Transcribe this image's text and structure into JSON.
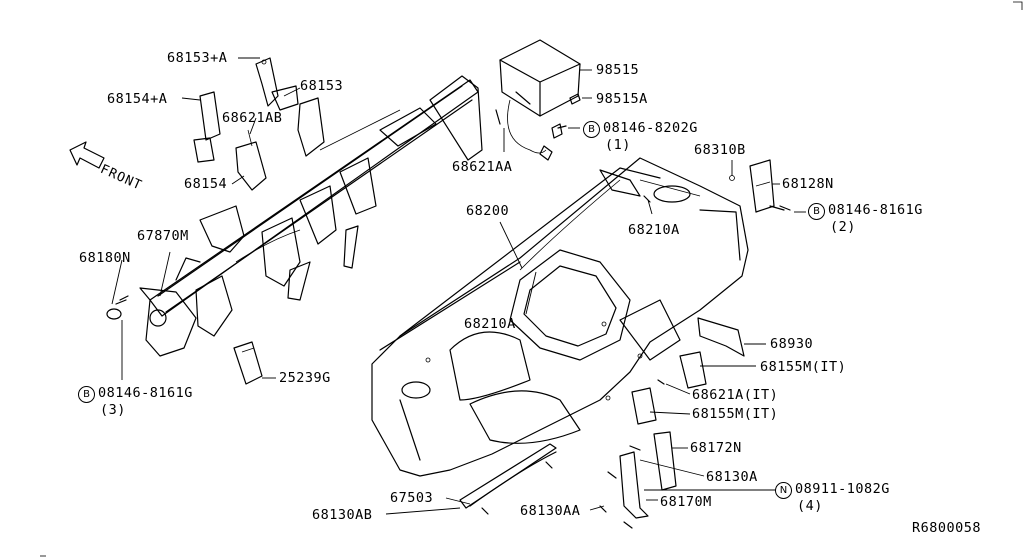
{
  "diagram_id": "R6800058",
  "direction_label": "FRONT",
  "parts": [
    {
      "id": "p-68153a",
      "text": "68153+A"
    },
    {
      "id": "p-68153",
      "text": "68153"
    },
    {
      "id": "p-68154a",
      "text": "68154+A"
    },
    {
      "id": "p-68621ab",
      "text": "68621AB"
    },
    {
      "id": "p-68154",
      "text": "68154"
    },
    {
      "id": "p-67870m",
      "text": "67870M"
    },
    {
      "id": "p-68180n",
      "text": "68180N"
    },
    {
      "id": "p-25239g",
      "text": "25239G"
    },
    {
      "id": "p-98515",
      "text": "98515"
    },
    {
      "id": "p-98515a",
      "text": "98515A"
    },
    {
      "id": "p-68621aa",
      "text": "68621AA"
    },
    {
      "id": "p-68310b",
      "text": "68310B"
    },
    {
      "id": "p-68128n",
      "text": "68128N"
    },
    {
      "id": "p-68200",
      "text": "68200"
    },
    {
      "id": "p-68210a-1",
      "text": "68210A"
    },
    {
      "id": "p-68210a-2",
      "text": "68210A"
    },
    {
      "id": "p-68930",
      "text": "68930"
    },
    {
      "id": "p-68155m-1",
      "text": "68155M(IT)"
    },
    {
      "id": "p-68621a",
      "text": "68621A(IT)"
    },
    {
      "id": "p-68155m-2",
      "text": "68155M(IT)"
    },
    {
      "id": "p-68172n",
      "text": "68172N"
    },
    {
      "id": "p-68130a",
      "text": "68130A"
    },
    {
      "id": "p-67503",
      "text": "67503"
    },
    {
      "id": "p-68170m",
      "text": "68170M"
    },
    {
      "id": "p-68130ab",
      "text": "68130AB"
    },
    {
      "id": "p-68130aa",
      "text": "68130AA"
    }
  ],
  "fasteners": [
    {
      "id": "f-8202",
      "symbol": "B",
      "text": "08146-8202G",
      "qty": "(1)"
    },
    {
      "id": "f-8161-2",
      "symbol": "B",
      "text": "08146-8161G",
      "qty": "(2)"
    },
    {
      "id": "f-8161-3",
      "symbol": "B",
      "text": "08146-8161G",
      "qty": "(3)"
    },
    {
      "id": "f-1082",
      "symbol": "N",
      "text": "08911-1082G",
      "qty": "(4)"
    }
  ]
}
